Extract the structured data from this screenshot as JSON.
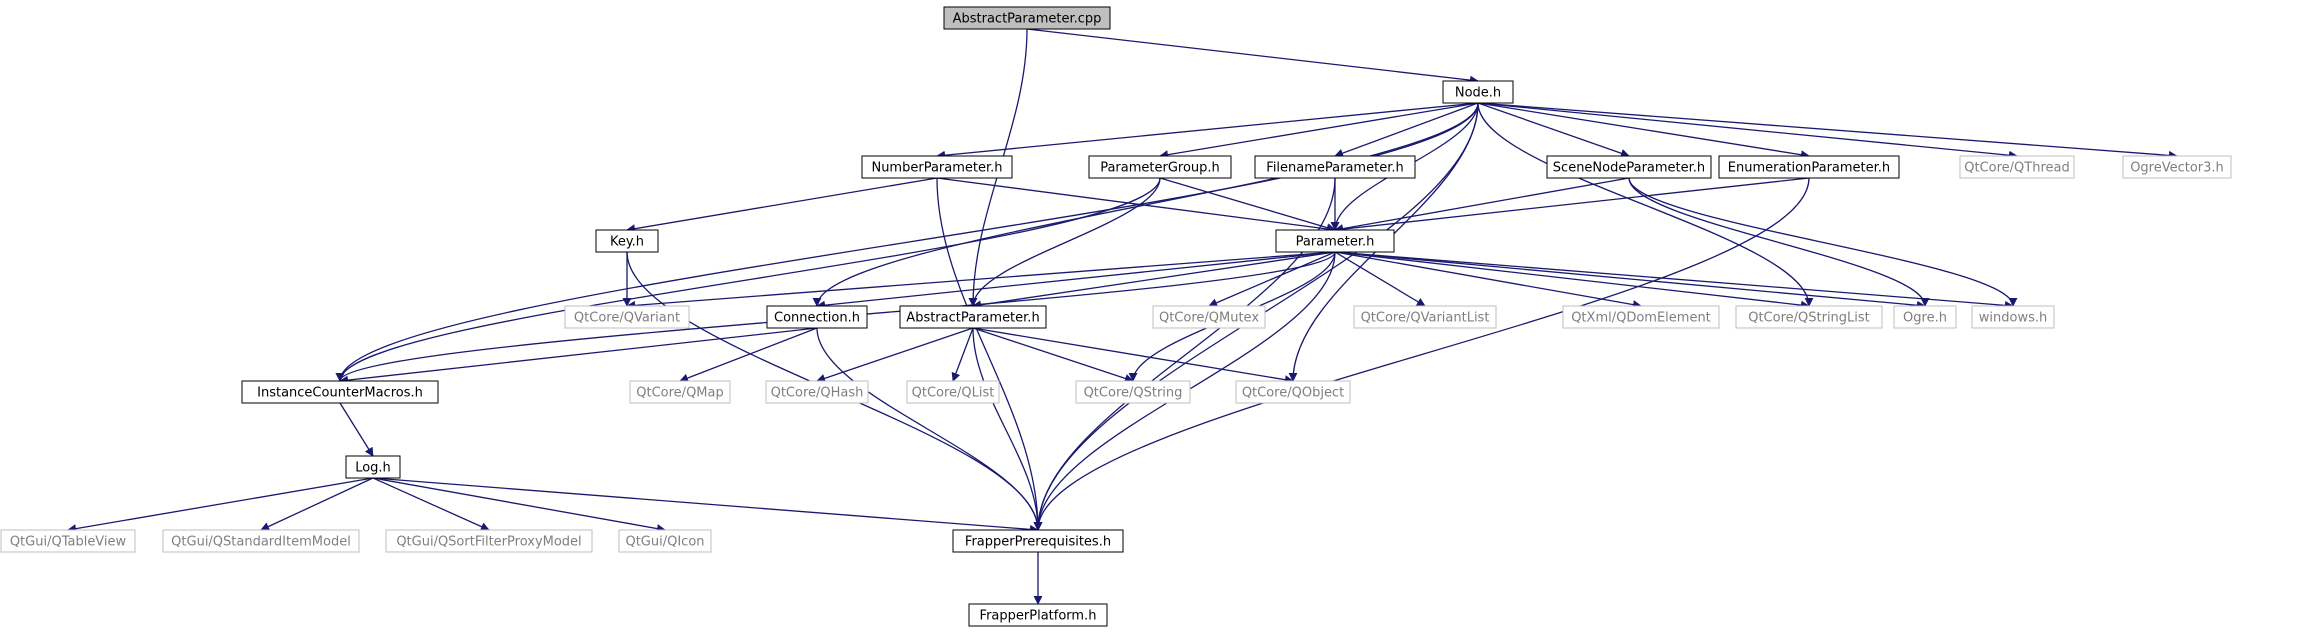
{
  "diagram": {
    "type": "include-dependency-graph",
    "colors": {
      "edge": "#191970",
      "node_border": "#000000",
      "root_fill": "#bfbfbf",
      "external_border": "#bfbfbf",
      "external_text": "#7f7f7f"
    },
    "nodes": [
      {
        "id": "AbstractParameter_cpp",
        "label": "AbstractParameter.cpp",
        "kind": "root"
      },
      {
        "id": "Node_h",
        "label": "Node.h",
        "kind": "file"
      },
      {
        "id": "NumberParameter_h",
        "label": "NumberParameter.h",
        "kind": "file"
      },
      {
        "id": "ParameterGroup_h",
        "label": "ParameterGroup.h",
        "kind": "file"
      },
      {
        "id": "FilenameParameter_h",
        "label": "FilenameParameter.h",
        "kind": "file"
      },
      {
        "id": "SceneNodeParameter_h",
        "label": "SceneNodeParameter.h",
        "kind": "file"
      },
      {
        "id": "EnumerationParameter_h",
        "label": "EnumerationParameter.h",
        "kind": "file"
      },
      {
        "id": "QThread",
        "label": "QtCore/QThread",
        "kind": "external"
      },
      {
        "id": "OgreVector3_h",
        "label": "OgreVector3.h",
        "kind": "external"
      },
      {
        "id": "Key_h",
        "label": "Key.h",
        "kind": "file"
      },
      {
        "id": "Parameter_h",
        "label": "Parameter.h",
        "kind": "file"
      },
      {
        "id": "QVariant",
        "label": "QtCore/QVariant",
        "kind": "external"
      },
      {
        "id": "Connection_h",
        "label": "Connection.h",
        "kind": "file"
      },
      {
        "id": "AbstractParameter_h",
        "label": "AbstractParameter.h",
        "kind": "file"
      },
      {
        "id": "QMutex",
        "label": "QtCore/QMutex",
        "kind": "external"
      },
      {
        "id": "QVariantList",
        "label": "QtCore/QVariantList",
        "kind": "external"
      },
      {
        "id": "QDomElement",
        "label": "QtXml/QDomElement",
        "kind": "external"
      },
      {
        "id": "QStringList",
        "label": "QtCore/QStringList",
        "kind": "external"
      },
      {
        "id": "Ogre_h",
        "label": "Ogre.h",
        "kind": "external"
      },
      {
        "id": "windows_h",
        "label": "windows.h",
        "kind": "external"
      },
      {
        "id": "InstanceCounterMacros_h",
        "label": "InstanceCounterMacros.h",
        "kind": "file"
      },
      {
        "id": "QMap",
        "label": "QtCore/QMap",
        "kind": "external"
      },
      {
        "id": "QHash",
        "label": "QtCore/QHash",
        "kind": "external"
      },
      {
        "id": "QList",
        "label": "QtCore/QList",
        "kind": "external"
      },
      {
        "id": "QString",
        "label": "QtCore/QString",
        "kind": "external"
      },
      {
        "id": "QObject",
        "label": "QtCore/QObject",
        "kind": "external"
      },
      {
        "id": "Log_h",
        "label": "Log.h",
        "kind": "file"
      },
      {
        "id": "QTableView",
        "label": "QtGui/QTableView",
        "kind": "external"
      },
      {
        "id": "QStandardItemModel",
        "label": "QtGui/QStandardItemModel",
        "kind": "external"
      },
      {
        "id": "QSortFilterProxyModel",
        "label": "QtGui/QSortFilterProxyModel",
        "kind": "external"
      },
      {
        "id": "QIcon",
        "label": "QtGui/QIcon",
        "kind": "external"
      },
      {
        "id": "FrapperPrerequisites_h",
        "label": "FrapperPrerequisites.h",
        "kind": "file"
      },
      {
        "id": "FrapperPlatform_h",
        "label": "FrapperPlatform.h",
        "kind": "file"
      }
    ],
    "edges": [
      [
        "AbstractParameter_cpp",
        "Node_h"
      ],
      [
        "AbstractParameter_cpp",
        "AbstractParameter_h"
      ],
      [
        "Node_h",
        "NumberParameter_h"
      ],
      [
        "Node_h",
        "ParameterGroup_h"
      ],
      [
        "Node_h",
        "FilenameParameter_h"
      ],
      [
        "Node_h",
        "SceneNodeParameter_h"
      ],
      [
        "Node_h",
        "EnumerationParameter_h"
      ],
      [
        "Node_h",
        "QThread"
      ],
      [
        "Node_h",
        "OgreVector3_h"
      ],
      [
        "Node_h",
        "Parameter_h"
      ],
      [
        "Node_h",
        "Connection_h"
      ],
      [
        "Node_h",
        "InstanceCounterMacros_h"
      ],
      [
        "Node_h",
        "QStringList"
      ],
      [
        "Node_h",
        "QObject"
      ],
      [
        "Node_h",
        "FrapperPrerequisites_h"
      ],
      [
        "NumberParameter_h",
        "Key_h"
      ],
      [
        "NumberParameter_h",
        "Parameter_h"
      ],
      [
        "NumberParameter_h",
        "FrapperPrerequisites_h"
      ],
      [
        "ParameterGroup_h",
        "Parameter_h"
      ],
      [
        "ParameterGroup_h",
        "AbstractParameter_h"
      ],
      [
        "ParameterGroup_h",
        "InstanceCounterMacros_h"
      ],
      [
        "FilenameParameter_h",
        "Parameter_h"
      ],
      [
        "FilenameParameter_h",
        "FrapperPrerequisites_h"
      ],
      [
        "SceneNodeParameter_h",
        "Parameter_h"
      ],
      [
        "SceneNodeParameter_h",
        "Ogre_h"
      ],
      [
        "SceneNodeParameter_h",
        "windows_h"
      ],
      [
        "EnumerationParameter_h",
        "Parameter_h"
      ],
      [
        "EnumerationParameter_h",
        "FrapperPrerequisites_h"
      ],
      [
        "Key_h",
        "QVariant"
      ],
      [
        "Key_h",
        "FrapperPrerequisites_h"
      ],
      [
        "Parameter_h",
        "QVariant"
      ],
      [
        "Parameter_h",
        "Connection_h"
      ],
      [
        "Parameter_h",
        "AbstractParameter_h"
      ],
      [
        "Parameter_h",
        "QMutex"
      ],
      [
        "Parameter_h",
        "QVariantList"
      ],
      [
        "Parameter_h",
        "QDomElement"
      ],
      [
        "Parameter_h",
        "QStringList"
      ],
      [
        "Parameter_h",
        "Ogre_h"
      ],
      [
        "Parameter_h",
        "windows_h"
      ],
      [
        "Parameter_h",
        "InstanceCounterMacros_h"
      ],
      [
        "Parameter_h",
        "QString"
      ],
      [
        "Parameter_h",
        "FrapperPrerequisites_h"
      ],
      [
        "Connection_h",
        "InstanceCounterMacros_h"
      ],
      [
        "Connection_h",
        "QMap"
      ],
      [
        "Connection_h",
        "FrapperPrerequisites_h"
      ],
      [
        "AbstractParameter_h",
        "QHash"
      ],
      [
        "AbstractParameter_h",
        "QList"
      ],
      [
        "AbstractParameter_h",
        "QString"
      ],
      [
        "AbstractParameter_h",
        "QObject"
      ],
      [
        "AbstractParameter_h",
        "FrapperPrerequisites_h"
      ],
      [
        "InstanceCounterMacros_h",
        "Log_h"
      ],
      [
        "Log_h",
        "QTableView"
      ],
      [
        "Log_h",
        "QStandardItemModel"
      ],
      [
        "Log_h",
        "QSortFilterProxyModel"
      ],
      [
        "Log_h",
        "QIcon"
      ],
      [
        "Log_h",
        "FrapperPrerequisites_h"
      ],
      [
        "FrapperPrerequisites_h",
        "FrapperPlatform_h"
      ]
    ]
  }
}
